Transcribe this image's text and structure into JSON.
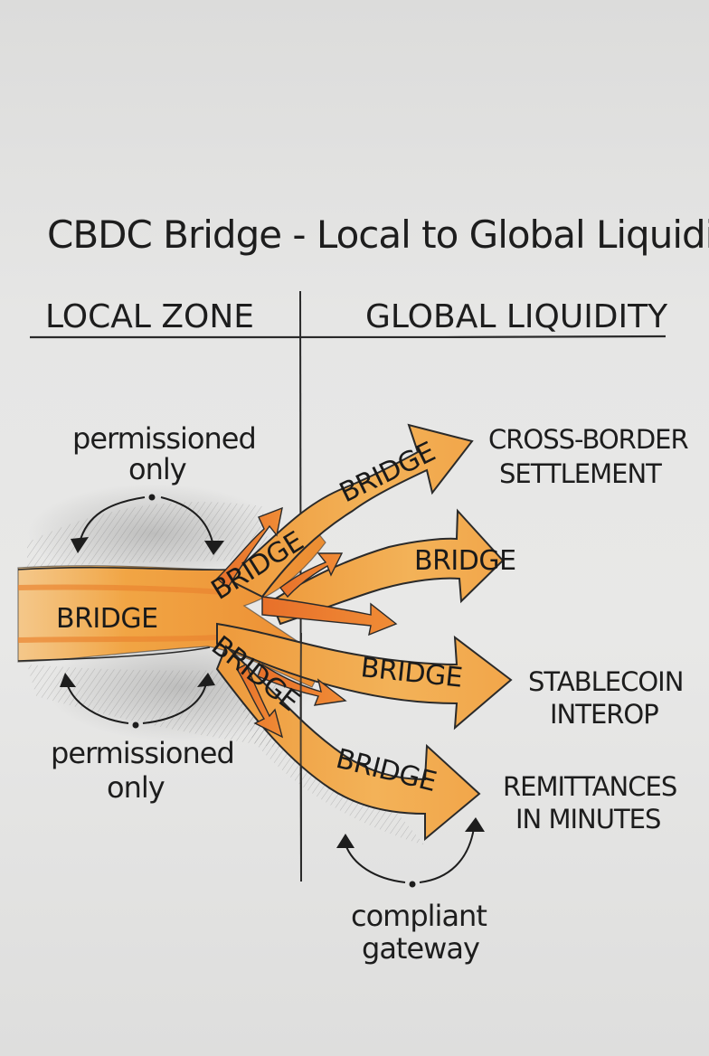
{
  "title": "CBDC Bridge - Local to Global Liquidity",
  "zones": {
    "left": "LOCAL ZONE",
    "right": "GLOBAL LIQUIDITY"
  },
  "arrows": {
    "main": "BRIDGE",
    "upper_diag": "BRIDGE",
    "top": "BRIDGE",
    "second": "BRIDGE",
    "third": "BRIDGE",
    "lower_diag": "BRIDGE",
    "bottom": "BRIDGE"
  },
  "destinations": {
    "cross_border": [
      "CROSS-BORDER",
      "SETTLEMENT"
    ],
    "stablecoin": [
      "STABLECOIN",
      "INTEROP"
    ],
    "remittances": [
      "REMITTANCES",
      "IN MINUTES"
    ]
  },
  "notes": {
    "top_left": [
      "permissioned",
      "only"
    ],
    "bottom_left": [
      "permissioned",
      "only"
    ],
    "bottom_right": [
      "compliant",
      "gateway"
    ]
  },
  "colors": {
    "paper": "#e6e6e5",
    "ink": "#1d1d1d",
    "arrow_fill": "#f0a73c",
    "arrow_deep": "#e8782a"
  }
}
